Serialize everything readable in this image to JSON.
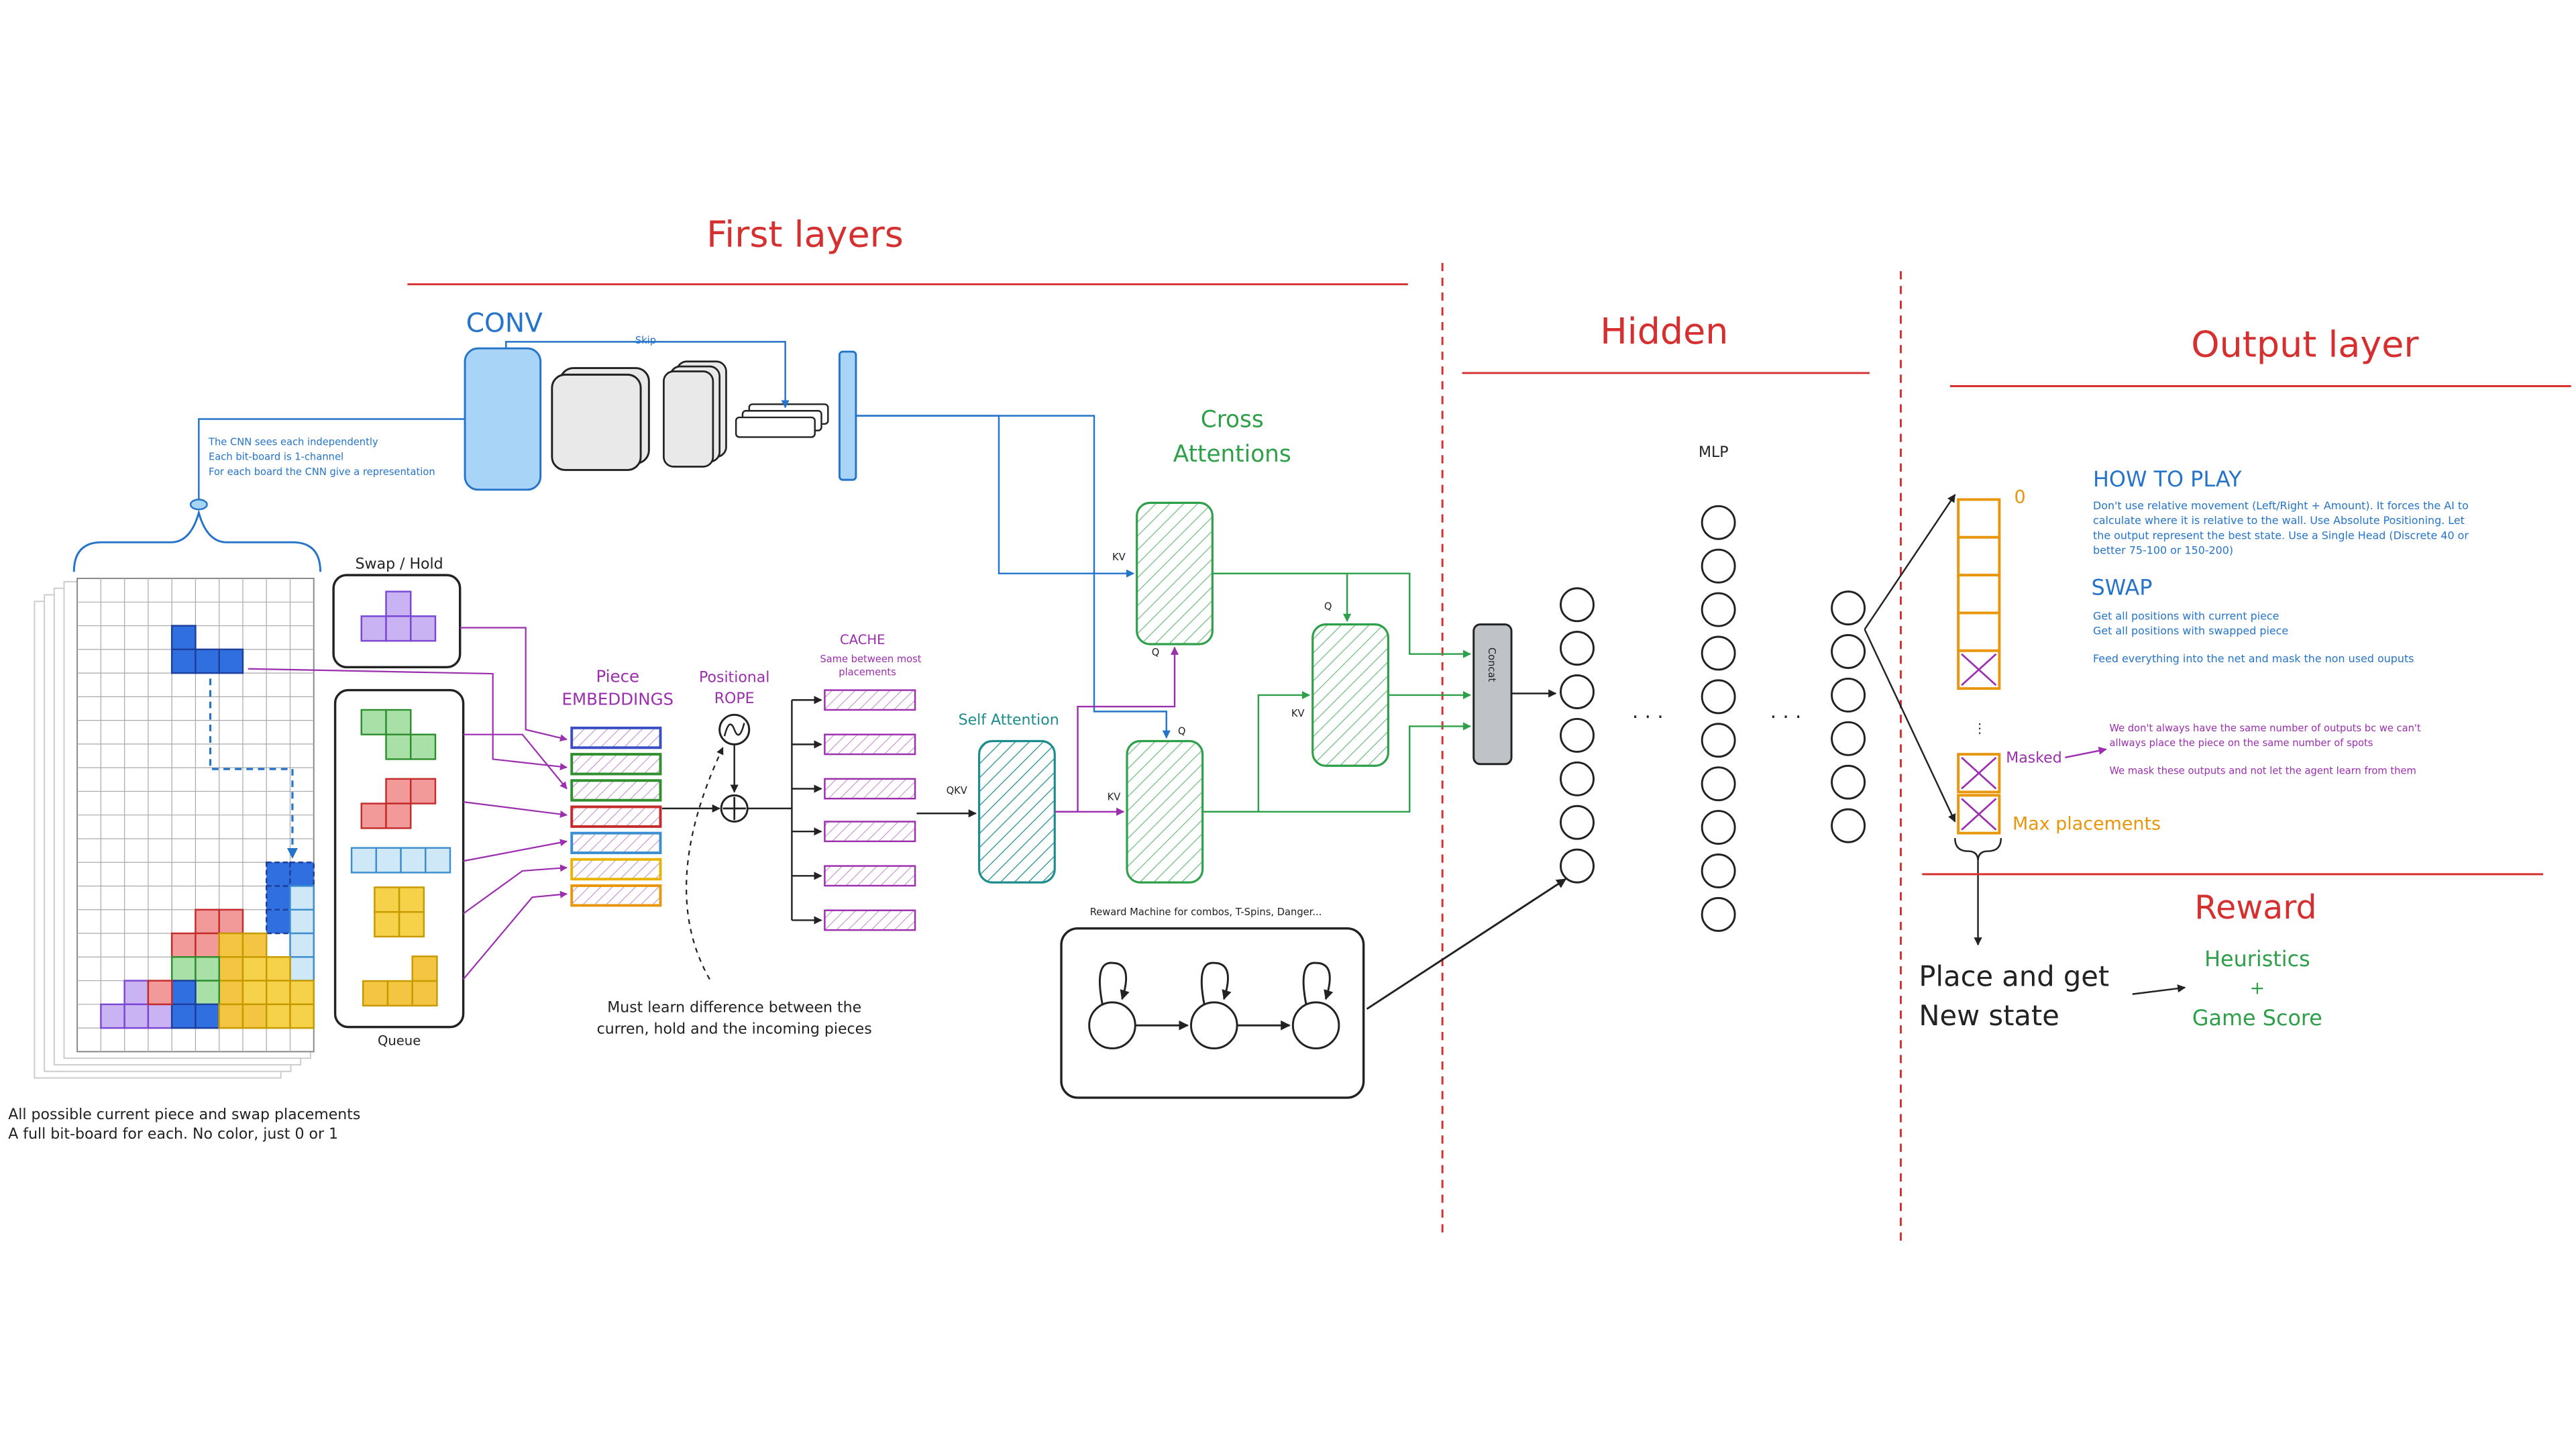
{
  "sections": {
    "first_layers": "First layers",
    "hidden": "Hidden",
    "output_layer": "Output layer",
    "reward": "Reward"
  },
  "conv": {
    "title": "CONV",
    "skip": "Skip",
    "notes": [
      "The CNN sees each independently",
      "Each bit-board is 1-channel",
      "For each board the CNN give a representation"
    ]
  },
  "board_caption": [
    "All possible current piece and swap placements",
    "A full bit-board for each. No color, just 0 or 1"
  ],
  "swap_hold_label": "Swap / Hold",
  "queue_label": "Queue",
  "piece_embeddings": [
    "Piece",
    "EMBEDDINGS"
  ],
  "positional_rope": [
    "Positional",
    "ROPE"
  ],
  "cache": {
    "title": "CACHE",
    "note": [
      "Same between most",
      "placements"
    ]
  },
  "rope_note": [
    "Must learn difference between the",
    "curren, hold and the incoming pieces"
  ],
  "self_attention": "Self Attention",
  "cross_attentions": [
    "Cross",
    "Attentions"
  ],
  "qkv": "QKV",
  "kv": "KV",
  "q": "Q",
  "concat": "Concat",
  "mlp": "MLP",
  "reward_machine": "Reward Machine for combos, T-Spins, Danger...",
  "how_to_play": {
    "title": "HOW TO PLAY",
    "lines": [
      "Don't use relative movement (Left/Right + Amount). It forces the AI to",
      "calculate where it is relative to the wall. Use Absolute Positioning. Let",
      "the output represent the best state. Use a Single Head (Discrete 40 or",
      "better 75-100 or 150-200)"
    ]
  },
  "swap": {
    "title": "SWAP",
    "lines": [
      "Get all positions with current piece",
      "Get all positions with swapped piece",
      "",
      "Feed everything into the net and mask the non used ouputs"
    ]
  },
  "output": {
    "zero": "0",
    "masked": "Masked",
    "max_placements": "Max placements",
    "mask_notes": [
      "We don't always have the same number of outputs bc we can't",
      "allways place the piece on the same number of spots",
      "We mask these outputs and not let the agent learn from them"
    ]
  },
  "ellipsis": ". . .",
  "place_new_state": [
    "Place and get",
    "New state"
  ],
  "heuristics": "Heuristics",
  "plus": "+",
  "game_score": "Game Score",
  "colors": {
    "red": "#d62f2f",
    "blue": "#2574c9",
    "green": "#2fa04a",
    "purple": "#9b2fae",
    "orange": "#e8960c",
    "teal": "#1d8c8c"
  }
}
